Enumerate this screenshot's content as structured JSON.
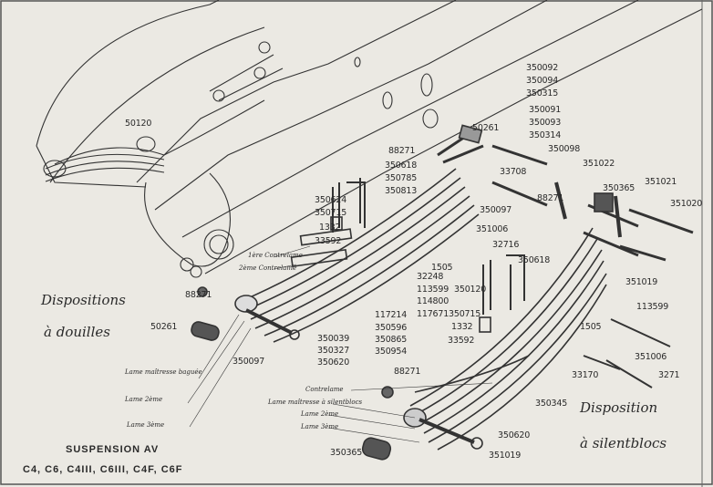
{
  "title": "SUSPENSION AV",
  "models": "C4, C6, C4III, C6III, C4F, C6F",
  "left_heading": {
    "line1": "Dispositions",
    "line2": "à   douilles"
  },
  "right_heading": {
    "line1": "Disposition",
    "line2": "à   silentblocs"
  },
  "leaf_labels_bush": {
    "main": "Lame maîtresse baguée",
    "second": "Lame 2ème",
    "third": "Lame 3ème"
  },
  "counter_leaves": {
    "first": "1ère Contrelame",
    "second": "2ème Contrelame"
  },
  "leaf_labels_silent": {
    "counter": "Contrelame",
    "main": "Lame maîtresse à silentblocs",
    "second": "Lame 2ème",
    "third": "Lame 3ème"
  },
  "parts": {
    "p50120": "50120",
    "g1": [
      "350092",
      "350094",
      "350315"
    ],
    "g2": [
      "350091",
      "350093",
      "350314"
    ],
    "p50261a": "50261",
    "p350098": "350098",
    "p88271a": "88271",
    "p33708": "33708",
    "g3": [
      "350618",
      "350785",
      "350813"
    ],
    "g4": [
      "350624",
      "350715"
    ],
    "p1332a": "1332",
    "p33592a": "33592",
    "p350097a": "350097",
    "p351006a": "351006",
    "p32716": "32716",
    "p351022": "351022",
    "p88271b": "88271",
    "p350365a": "350365",
    "p351021": "351021",
    "p351020": "351020",
    "p351019a": "351019",
    "p1505a": "1505",
    "g5": [
      "32248",
      "113599",
      "114800",
      "117671"
    ],
    "p350618b": "350618",
    "p350120": "350120",
    "p350715b": "350715",
    "p1332b": "1332",
    "p33592b": "33592",
    "g6": [
      "117214",
      "350596",
      "350865",
      "350954"
    ],
    "g7": [
      "350039",
      "350327",
      "350620"
    ],
    "p350097b": "350097",
    "p88271c": "88271",
    "p50261b": "50261",
    "p88271d": "88271",
    "p113599": "113599",
    "p1505b": "1505",
    "p351006b": "351006",
    "p33170": "33170",
    "p3271": "3271",
    "p350345": "350345",
    "p350620b": "350620",
    "p351019b": "351019",
    "p350365b": "350365"
  }
}
